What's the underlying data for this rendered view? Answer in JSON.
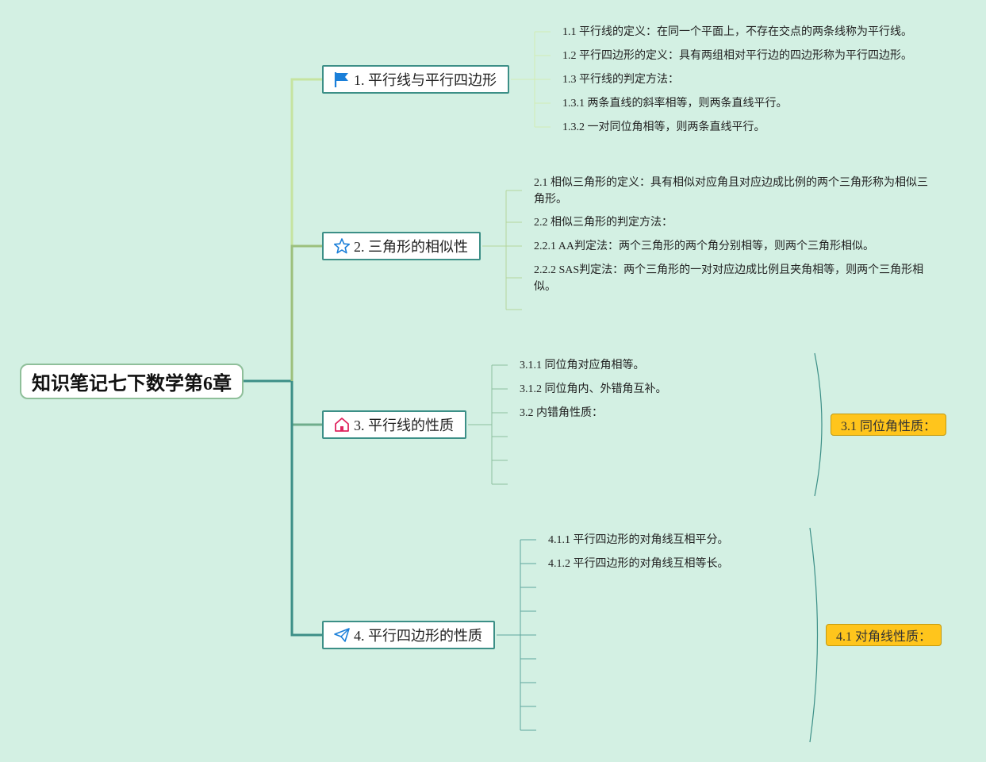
{
  "root": {
    "title": "知识笔记七下数学第6章"
  },
  "branches": [
    {
      "label": "1. 平行线与平行四边形",
      "icon": "flag-icon",
      "leaves": [
        "1.1 平行线的定义：在同一个平面上，不存在交点的两条线称为平行线。",
        "1.2 平行四边形的定义：具有两组相对平行边的四边形称为平行四边形。",
        "1.3 平行线的判定方法：",
        "1.3.1 两条直线的斜率相等，则两条直线平行。",
        "1.3.2 一对同位角相等，则两条直线平行。"
      ]
    },
    {
      "label": "2. 三角形的相似性",
      "icon": "star-icon",
      "leaves": [
        "2.1 相似三角形的定义：具有相似对应角且对应边成比例的两个三角形称为相似三角形。",
        "2.2 相似三角形的判定方法：",
        "2.2.1 AA判定法：两个三角形的两个角分别相等，则两个三角形相似。",
        "2.2.2 SAS判定法：两个三角形的一对对应边成比例且夹角相等，则两个三角形相似。"
      ]
    },
    {
      "label": "3. 平行线的性质",
      "icon": "home-icon",
      "leaves": [
        "3.1.1 同位角对应角相等。",
        "3.1.2 同位角内、外错角互补。",
        "3.2 内错角性质："
      ],
      "callout": "3.1 同位角性质："
    },
    {
      "label": "4. 平行四边形的性质",
      "icon": "send-icon",
      "leaves": [
        "4.1.1 平行四边形的对角线互相平分。",
        "4.1.2 平行四边形的对角线互相等长。"
      ],
      "callout": "4.1 对角线性质："
    }
  ],
  "colors": {
    "background": "#d3f0e3",
    "branch1": "#c6e4a0",
    "branch2": "#9cc07c",
    "branch3": "#6fad8c",
    "branch4": "#3c8f87",
    "callout": "#ffc51c",
    "flag_icon": "#1a7fd9",
    "star_icon": "#1a7fd9",
    "home_icon": "#e0245e",
    "send_icon": "#1a7fd9"
  }
}
